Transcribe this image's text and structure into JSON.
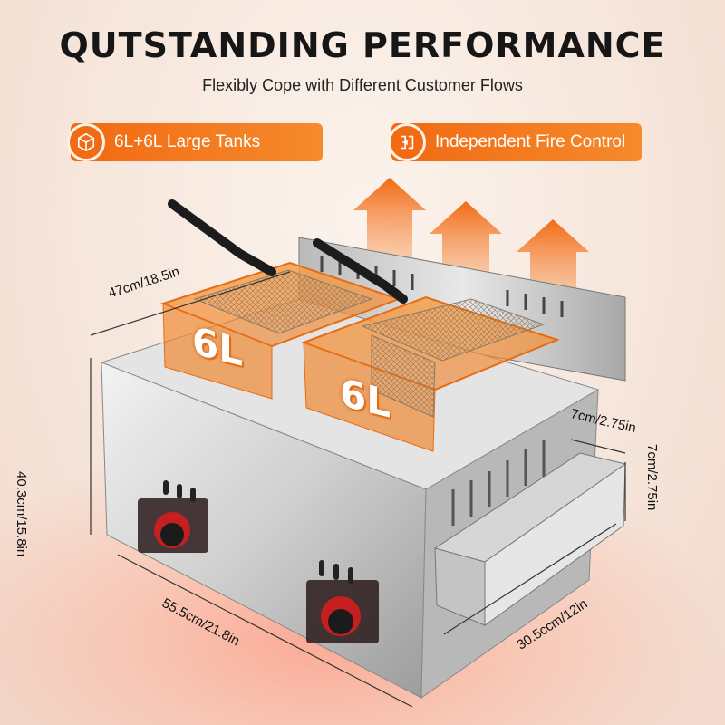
{
  "title": "QUTSTANDING PERFORMANCE",
  "subtitle": "Flexibly Cope with Different Customer Flows",
  "badges": [
    {
      "label": "6L+6L Large Tanks",
      "icon": "box-icon"
    },
    {
      "label": "Independent Fire Control",
      "icon": "fire-control-icon"
    }
  ],
  "tanks": [
    {
      "label": "6L"
    },
    {
      "label": "6L"
    }
  ],
  "dimensions": {
    "width": "47cm/18.5in",
    "height": "40.3cm/15.8in",
    "length": "55.5cm/21.8in",
    "drawer_depth": "30.5ccm/12in",
    "drawer_height_h": "7cm/2.75in",
    "drawer_height_v": "7cm/2.75in"
  },
  "colors": {
    "accent": "#f26a12",
    "heat": "#ff7a5a"
  }
}
